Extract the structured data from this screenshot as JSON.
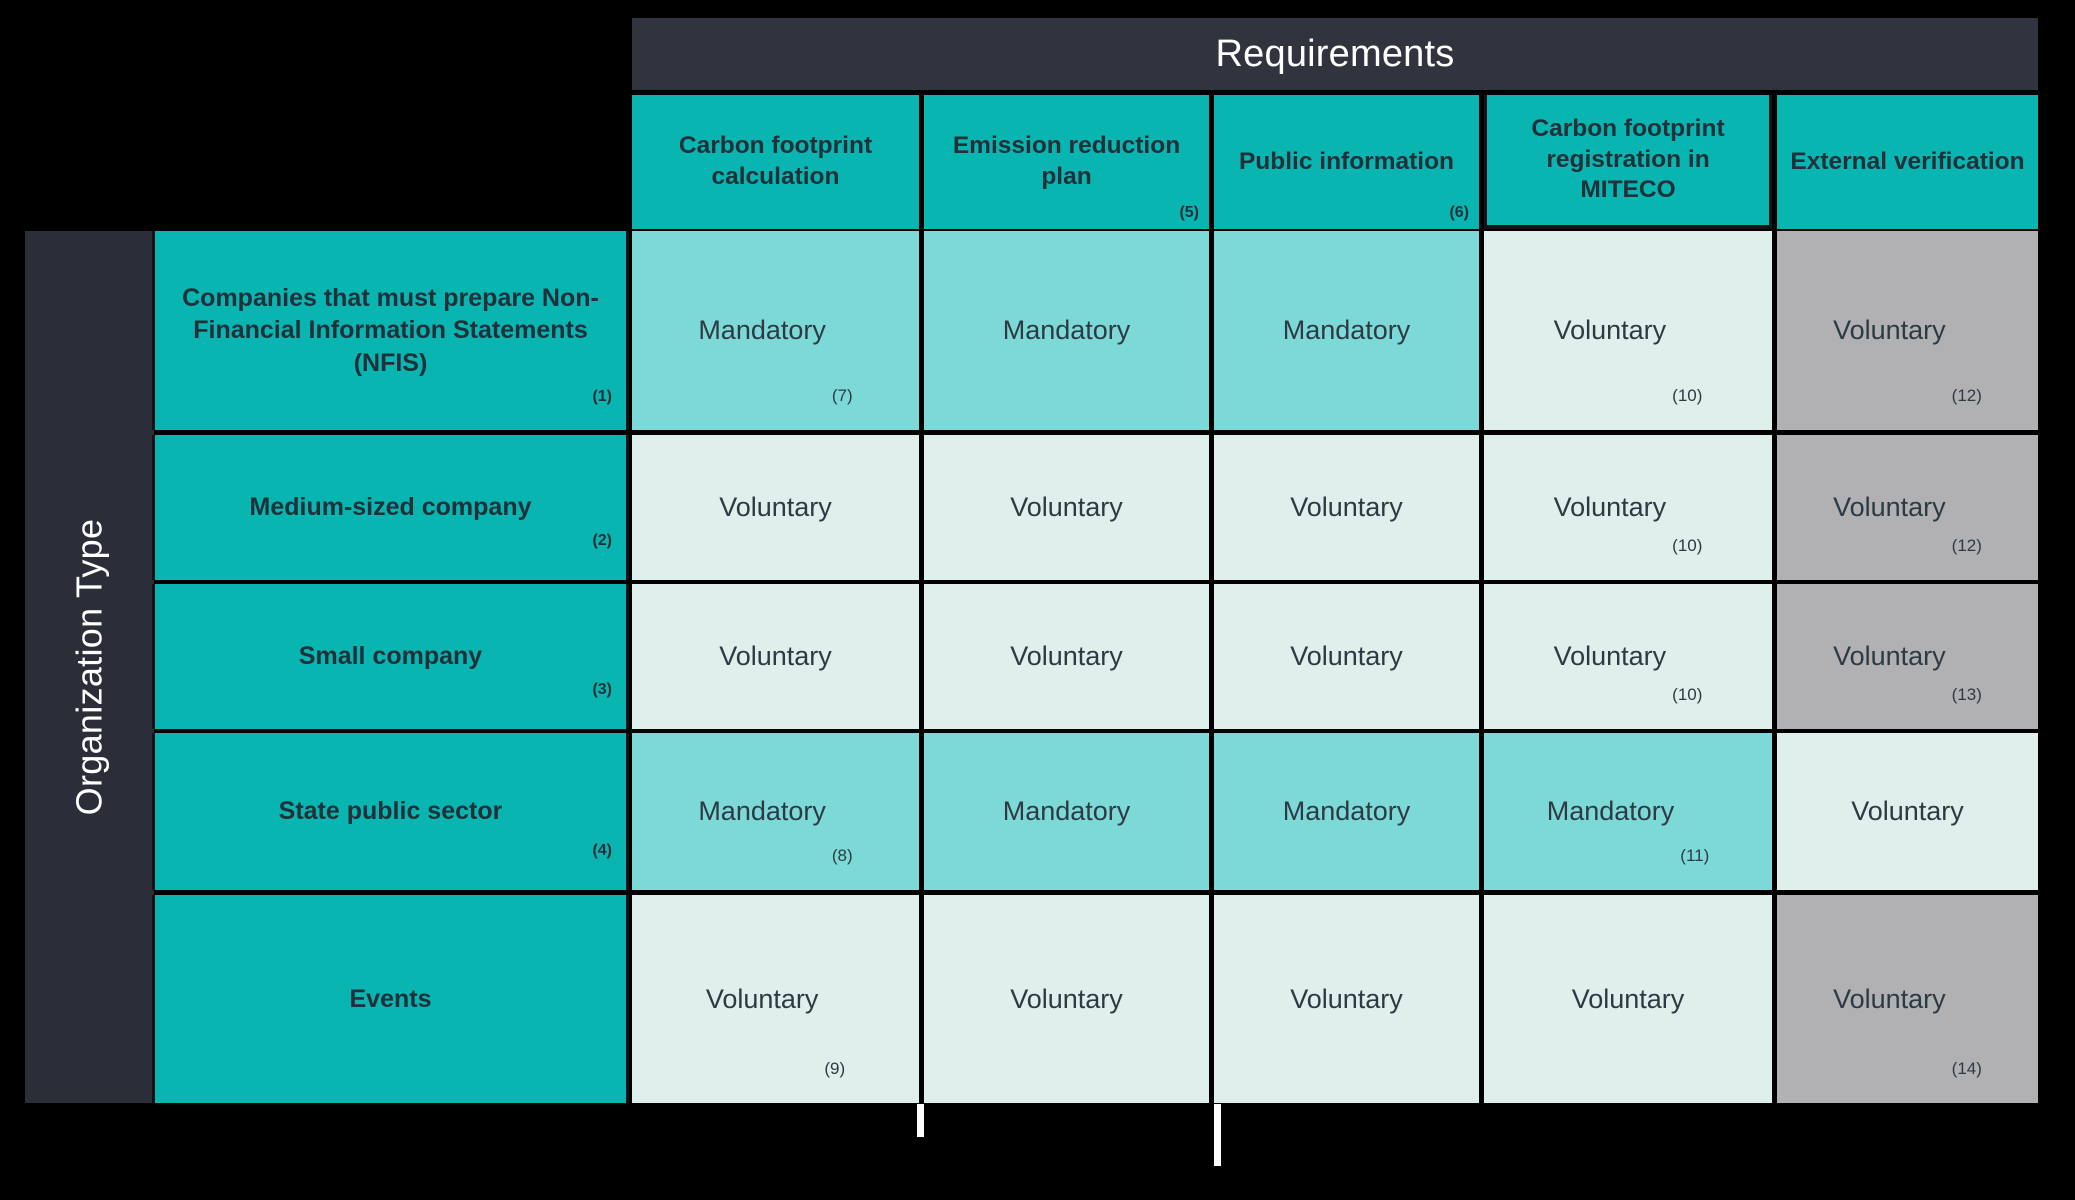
{
  "header": {
    "banner_title": "Requirements",
    "row_axis_label": "Organization Type"
  },
  "columns": [
    {
      "label": "Carbon footprint calculation",
      "ref": ""
    },
    {
      "label": "Emission reduction plan",
      "ref": "(5)"
    },
    {
      "label": "Public information",
      "ref": "(6)"
    },
    {
      "label": "Carbon footprint registration in MITECO",
      "ref": ""
    },
    {
      "label": "External verification",
      "ref": ""
    }
  ],
  "rows": [
    {
      "label": "Companies that must prepare Non-Financial Information Statements (NFIS)",
      "ref": "(1)",
      "cells": [
        {
          "value": "Mandatory",
          "ref": "(7)",
          "style": "mandatory"
        },
        {
          "value": "Mandatory",
          "ref": "",
          "style": "mandatory"
        },
        {
          "value": "Mandatory",
          "ref": "",
          "style": "mandatory"
        },
        {
          "value": "Voluntary",
          "ref": "(10)",
          "style": "voluntary"
        },
        {
          "value": "Voluntary",
          "ref": "(12)",
          "style": "gray"
        }
      ]
    },
    {
      "label": "Medium-sized company",
      "ref": "(2)",
      "cells": [
        {
          "value": "Voluntary",
          "ref": "",
          "style": "voluntary"
        },
        {
          "value": "Voluntary",
          "ref": "",
          "style": "voluntary"
        },
        {
          "value": "Voluntary",
          "ref": "",
          "style": "voluntary"
        },
        {
          "value": "Voluntary",
          "ref": "(10)",
          "style": "voluntary"
        },
        {
          "value": "Voluntary",
          "ref": "(12)",
          "style": "gray"
        }
      ]
    },
    {
      "label": "Small company",
      "ref": "(3)",
      "cells": [
        {
          "value": "Voluntary",
          "ref": "",
          "style": "voluntary"
        },
        {
          "value": "Voluntary",
          "ref": "",
          "style": "voluntary"
        },
        {
          "value": "Voluntary",
          "ref": "",
          "style": "voluntary"
        },
        {
          "value": "Voluntary",
          "ref": "(10)",
          "style": "voluntary"
        },
        {
          "value": "Voluntary",
          "ref": "(13)",
          "style": "gray"
        }
      ]
    },
    {
      "label": "State public sector",
      "ref": "(4)",
      "cells": [
        {
          "value": "Mandatory",
          "ref": "(8)",
          "style": "mandatory"
        },
        {
          "value": "Mandatory",
          "ref": "",
          "style": "mandatory"
        },
        {
          "value": "Mandatory",
          "ref": "",
          "style": "mandatory"
        },
        {
          "value": "Mandatory",
          "ref": "(11)",
          "style": "mandatory"
        },
        {
          "value": "Voluntary",
          "ref": "",
          "style": "voluntary"
        }
      ]
    },
    {
      "label": "Events",
      "ref": "",
      "cells": [
        {
          "value": "Voluntary",
          "ref": "(9)",
          "style": "voluntary"
        },
        {
          "value": "Voluntary",
          "ref": "",
          "style": "voluntary"
        },
        {
          "value": "Voluntary",
          "ref": "",
          "style": "voluntary"
        },
        {
          "value": "Voluntary",
          "ref": "",
          "style": "voluntary"
        },
        {
          "value": "Voluntary",
          "ref": "(14)",
          "style": "gray"
        }
      ]
    }
  ],
  "colors": {
    "banner_bg": "#31343F",
    "sidebar_bg": "#2B2E39",
    "header_teal": "#09B5B0",
    "mandatory_bg": "#7CD9D8",
    "voluntary_bg": "#DFEFEC",
    "gray_bg": "#B1B1B4",
    "page_bg": "#000000",
    "text_dark": "#2E3A43"
  }
}
